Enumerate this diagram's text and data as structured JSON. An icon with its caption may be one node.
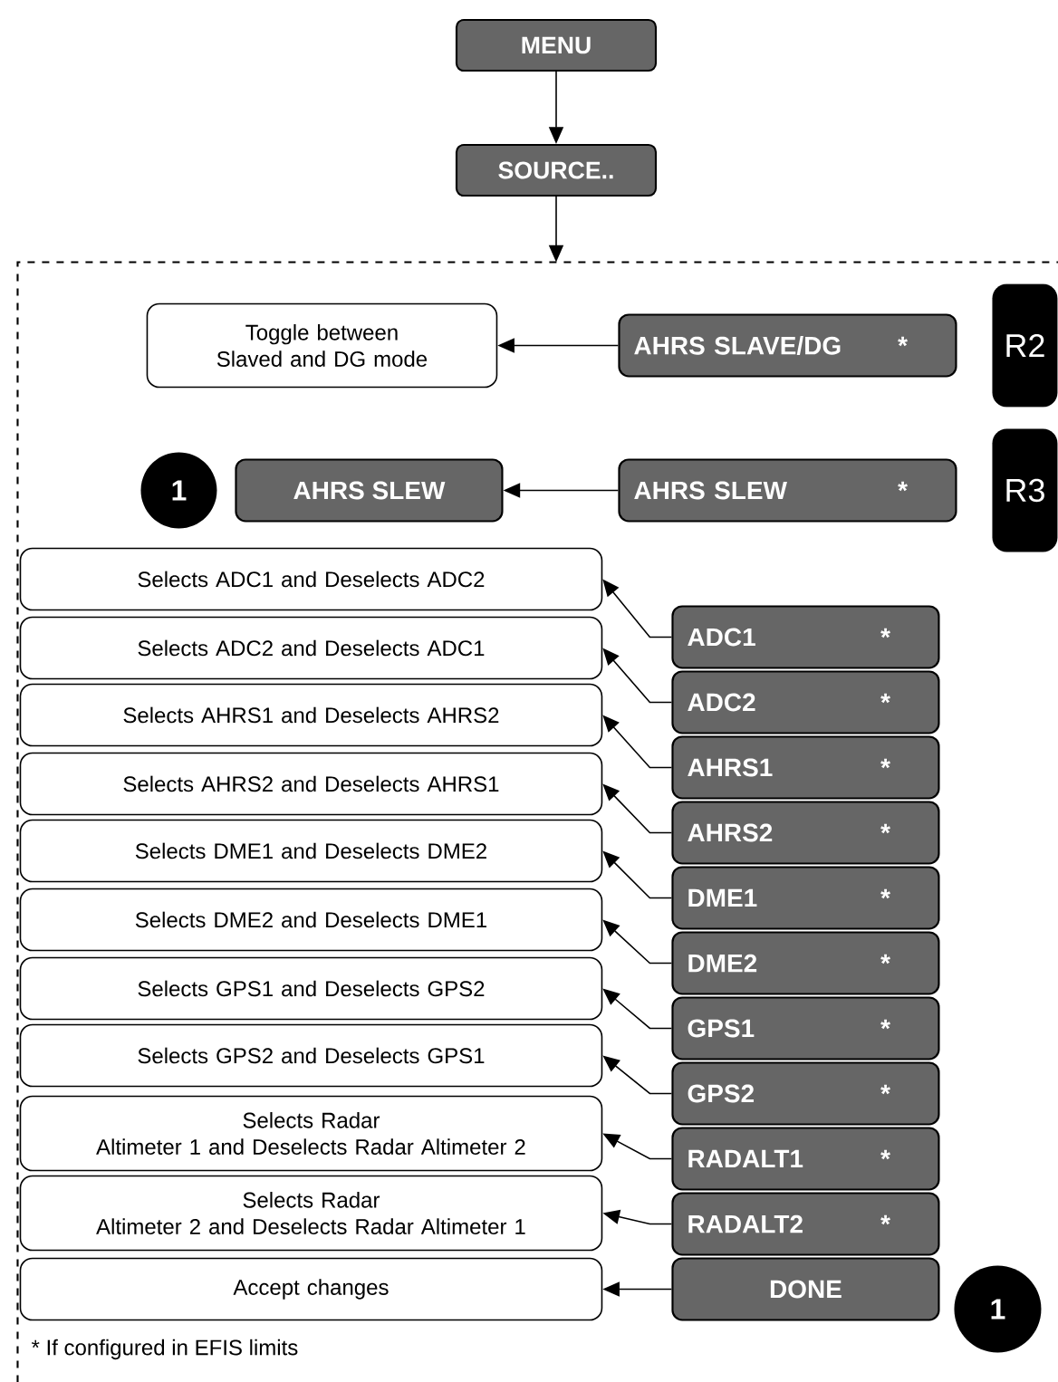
{
  "diagram": {
    "nodes": [
      {
        "text": [
          "MENU"
        ]
      },
      {
        "text": [
          "SOURCE.."
        ]
      },
      {
        "text": [],
        "shape": "box"
      },
      {
        "text": [
          "Toggle between Slaved and DG mode"
        ],
        "in": 2
      },
      {
        "text": [
          "AHRS SLAVE/DG",
          "*"
        ],
        "in": 2
      },
      {
        "text": [
          "R2"
        ],
        "in": 2
      },
      {
        "text": [
          "1"
        ],
        "in": 2
      },
      {
        "text": [
          "AHRS SLEW"
        ],
        "in": 2
      },
      {
        "text": [
          "AHRS SLEW",
          "*"
        ],
        "in": 2
      },
      {
        "text": [
          "R3"
        ],
        "in": 2
      },
      {
        "text": [
          "Selects ADC1 and Deselects ADC2"
        ],
        "in": 2
      },
      {
        "text": [
          "ADC1",
          "*"
        ],
        "in": 2
      },
      {
        "text": [
          "Selects ADC2 and Deselects ADC1"
        ],
        "in": 2
      },
      {
        "text": [
          "ADC2",
          "*"
        ],
        "in": 2
      },
      {
        "text": [
          "Selects AHRS1 and Deselects AHRS2"
        ],
        "in": 2
      },
      {
        "text": [
          "AHRS1",
          "*"
        ],
        "in": 2
      },
      {
        "text": [
          "Selects AHRS2 and Deselects AHRS1"
        ],
        "in": 2
      },
      {
        "text": [
          "AHRS2",
          "*"
        ],
        "in": 2
      },
      {
        "text": [
          "Selects DME1 and Deselects DME2"
        ],
        "in": 2
      },
      {
        "text": [
          "DME1",
          "*"
        ],
        "in": 2
      },
      {
        "text": [
          "Selects DME2 and Deselects DME1"
        ],
        "in": 2
      },
      {
        "text": [
          "DME2",
          "*"
        ],
        "in": 2
      },
      {
        "text": [
          "Selects GPS1 and Deselects GPS2"
        ],
        "in": 2
      },
      {
        "text": [
          "GPS1",
          "*"
        ],
        "in": 2
      },
      {
        "text": [
          "Selects GPS2 and Deselects GPS1"
        ],
        "in": 2
      },
      {
        "text": [
          "GPS2",
          "*"
        ],
        "in": 2
      },
      {
        "text": [
          "Selects Radar Altimeter 1 and Deselects Radar Altimeter 2"
        ],
        "in": 2
      },
      {
        "text": [
          "RADALT1",
          "*"
        ],
        "in": 2
      },
      {
        "text": [
          "Selects Radar Altimeter 2 and Deselects Radar Altimeter 1"
        ],
        "in": 2
      },
      {
        "text": [
          "RADALT2",
          "*"
        ],
        "in": 2
      },
      {
        "text": [
          "Accept changes"
        ],
        "in": 2
      },
      {
        "text": [
          "DONE"
        ],
        "in": 2
      },
      {
        "text": [
          "1"
        ],
        "in": 2
      }
    ],
    "edges": [
      {
        "from": 0,
        "to": 1,
        "arrow": "to"
      },
      {
        "from": 1,
        "to": 2,
        "arrow": "to"
      },
      {
        "from": 4,
        "to": 3,
        "arrow": "to"
      },
      {
        "from": 8,
        "to": 7,
        "arrow": "to"
      },
      {
        "from": 11,
        "to": 10,
        "arrow": "to"
      },
      {
        "from": 13,
        "to": 12,
        "arrow": "to"
      },
      {
        "from": 15,
        "to": 14,
        "arrow": "to"
      },
      {
        "from": 17,
        "to": 16,
        "arrow": "to"
      },
      {
        "from": 19,
        "to": 18,
        "arrow": "to"
      },
      {
        "from": 21,
        "to": 20,
        "arrow": "to"
      },
      {
        "from": 23,
        "to": 22,
        "arrow": "to"
      },
      {
        "from": 25,
        "to": 24,
        "arrow": "to"
      },
      {
        "from": 27,
        "to": 26,
        "arrow": "to"
      },
      {
        "from": 29,
        "to": 28,
        "arrow": "to"
      },
      {
        "from": 31,
        "to": 30,
        "arrow": "to"
      }
    ],
    "labels": [
      "* If configured in EFIS limits"
    ]
  }
}
